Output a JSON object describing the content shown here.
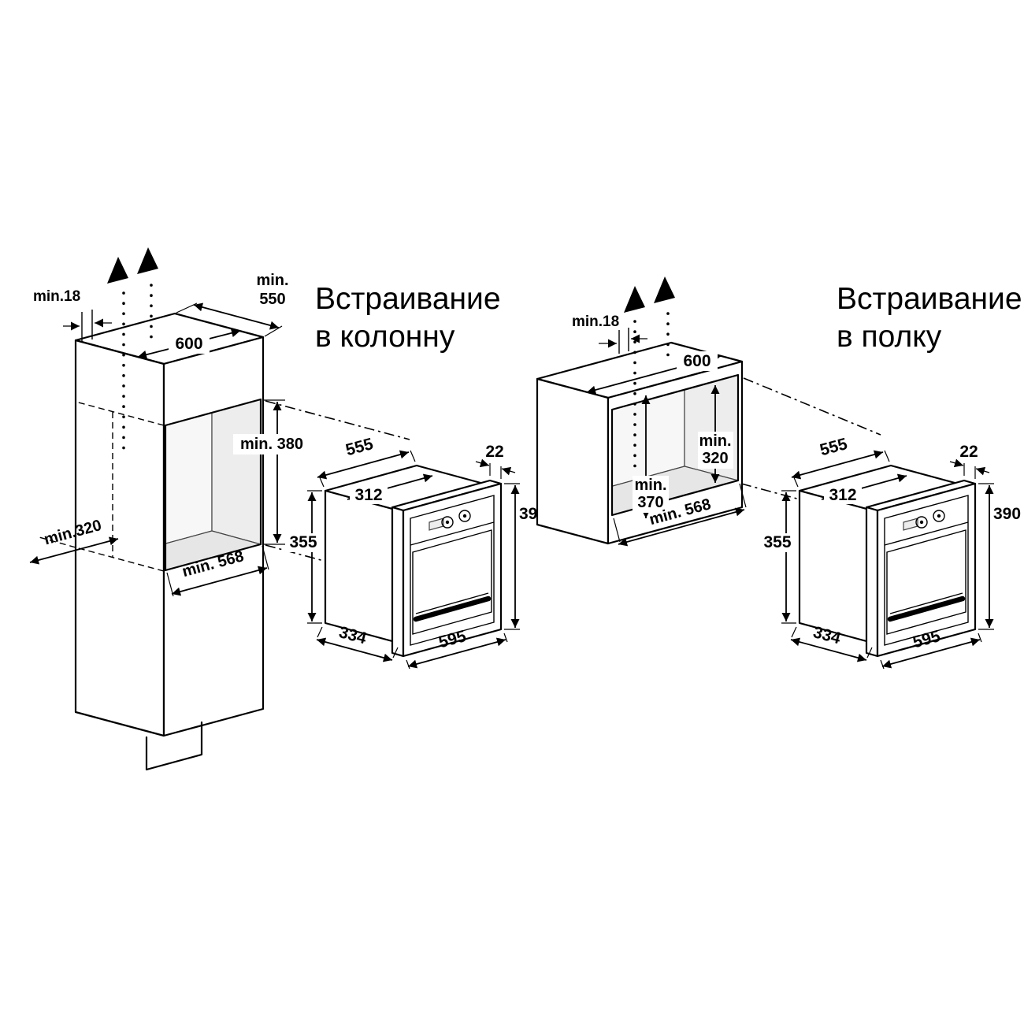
{
  "colors": {
    "ink": "#000000",
    "background": "#ffffff"
  },
  "left_diagram": {
    "title_line1": "Встраивание",
    "title_line2": "в колонну",
    "cabinet": {
      "gap": "min.18",
      "depth_min_1": "min.",
      "depth_min_2": "550",
      "width": "600",
      "niche_height": "min. 380",
      "niche_depth": "min.320",
      "niche_width": "min. 568"
    }
  },
  "right_diagram": {
    "title_line1": "Встраивание",
    "title_line2": "в полку",
    "cabinet": {
      "gap": "min.18",
      "width": "600",
      "niche_height_1": "min.",
      "niche_height_2": "320",
      "clearance_height_1": "min.",
      "clearance_height_2": "370",
      "niche_width": "min. 568"
    }
  },
  "oven": {
    "body_width": "555",
    "frame_depth": "22",
    "inner_width": "312",
    "front_height": "390",
    "body_height": "355",
    "body_depth": "334",
    "front_width": "595"
  }
}
